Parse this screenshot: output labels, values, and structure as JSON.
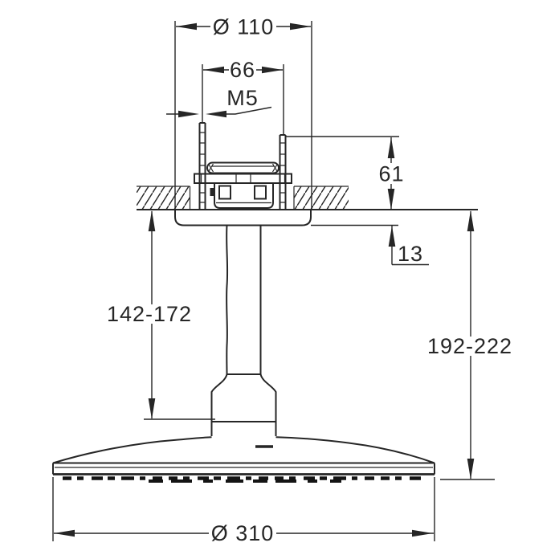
{
  "style": {
    "line_color": "#262626",
    "nozzle_color": "#141414",
    "background": "#ffffff"
  },
  "dims": {
    "ceiling_cutout_diameter": "Ø 110",
    "bolt_spacing": "66",
    "thread_size": "M5",
    "recess_depth": "61",
    "flange_offset": "13",
    "arm_length_range": "142-172",
    "overall_height_range": "192-222",
    "head_diameter": "Ø 310"
  }
}
